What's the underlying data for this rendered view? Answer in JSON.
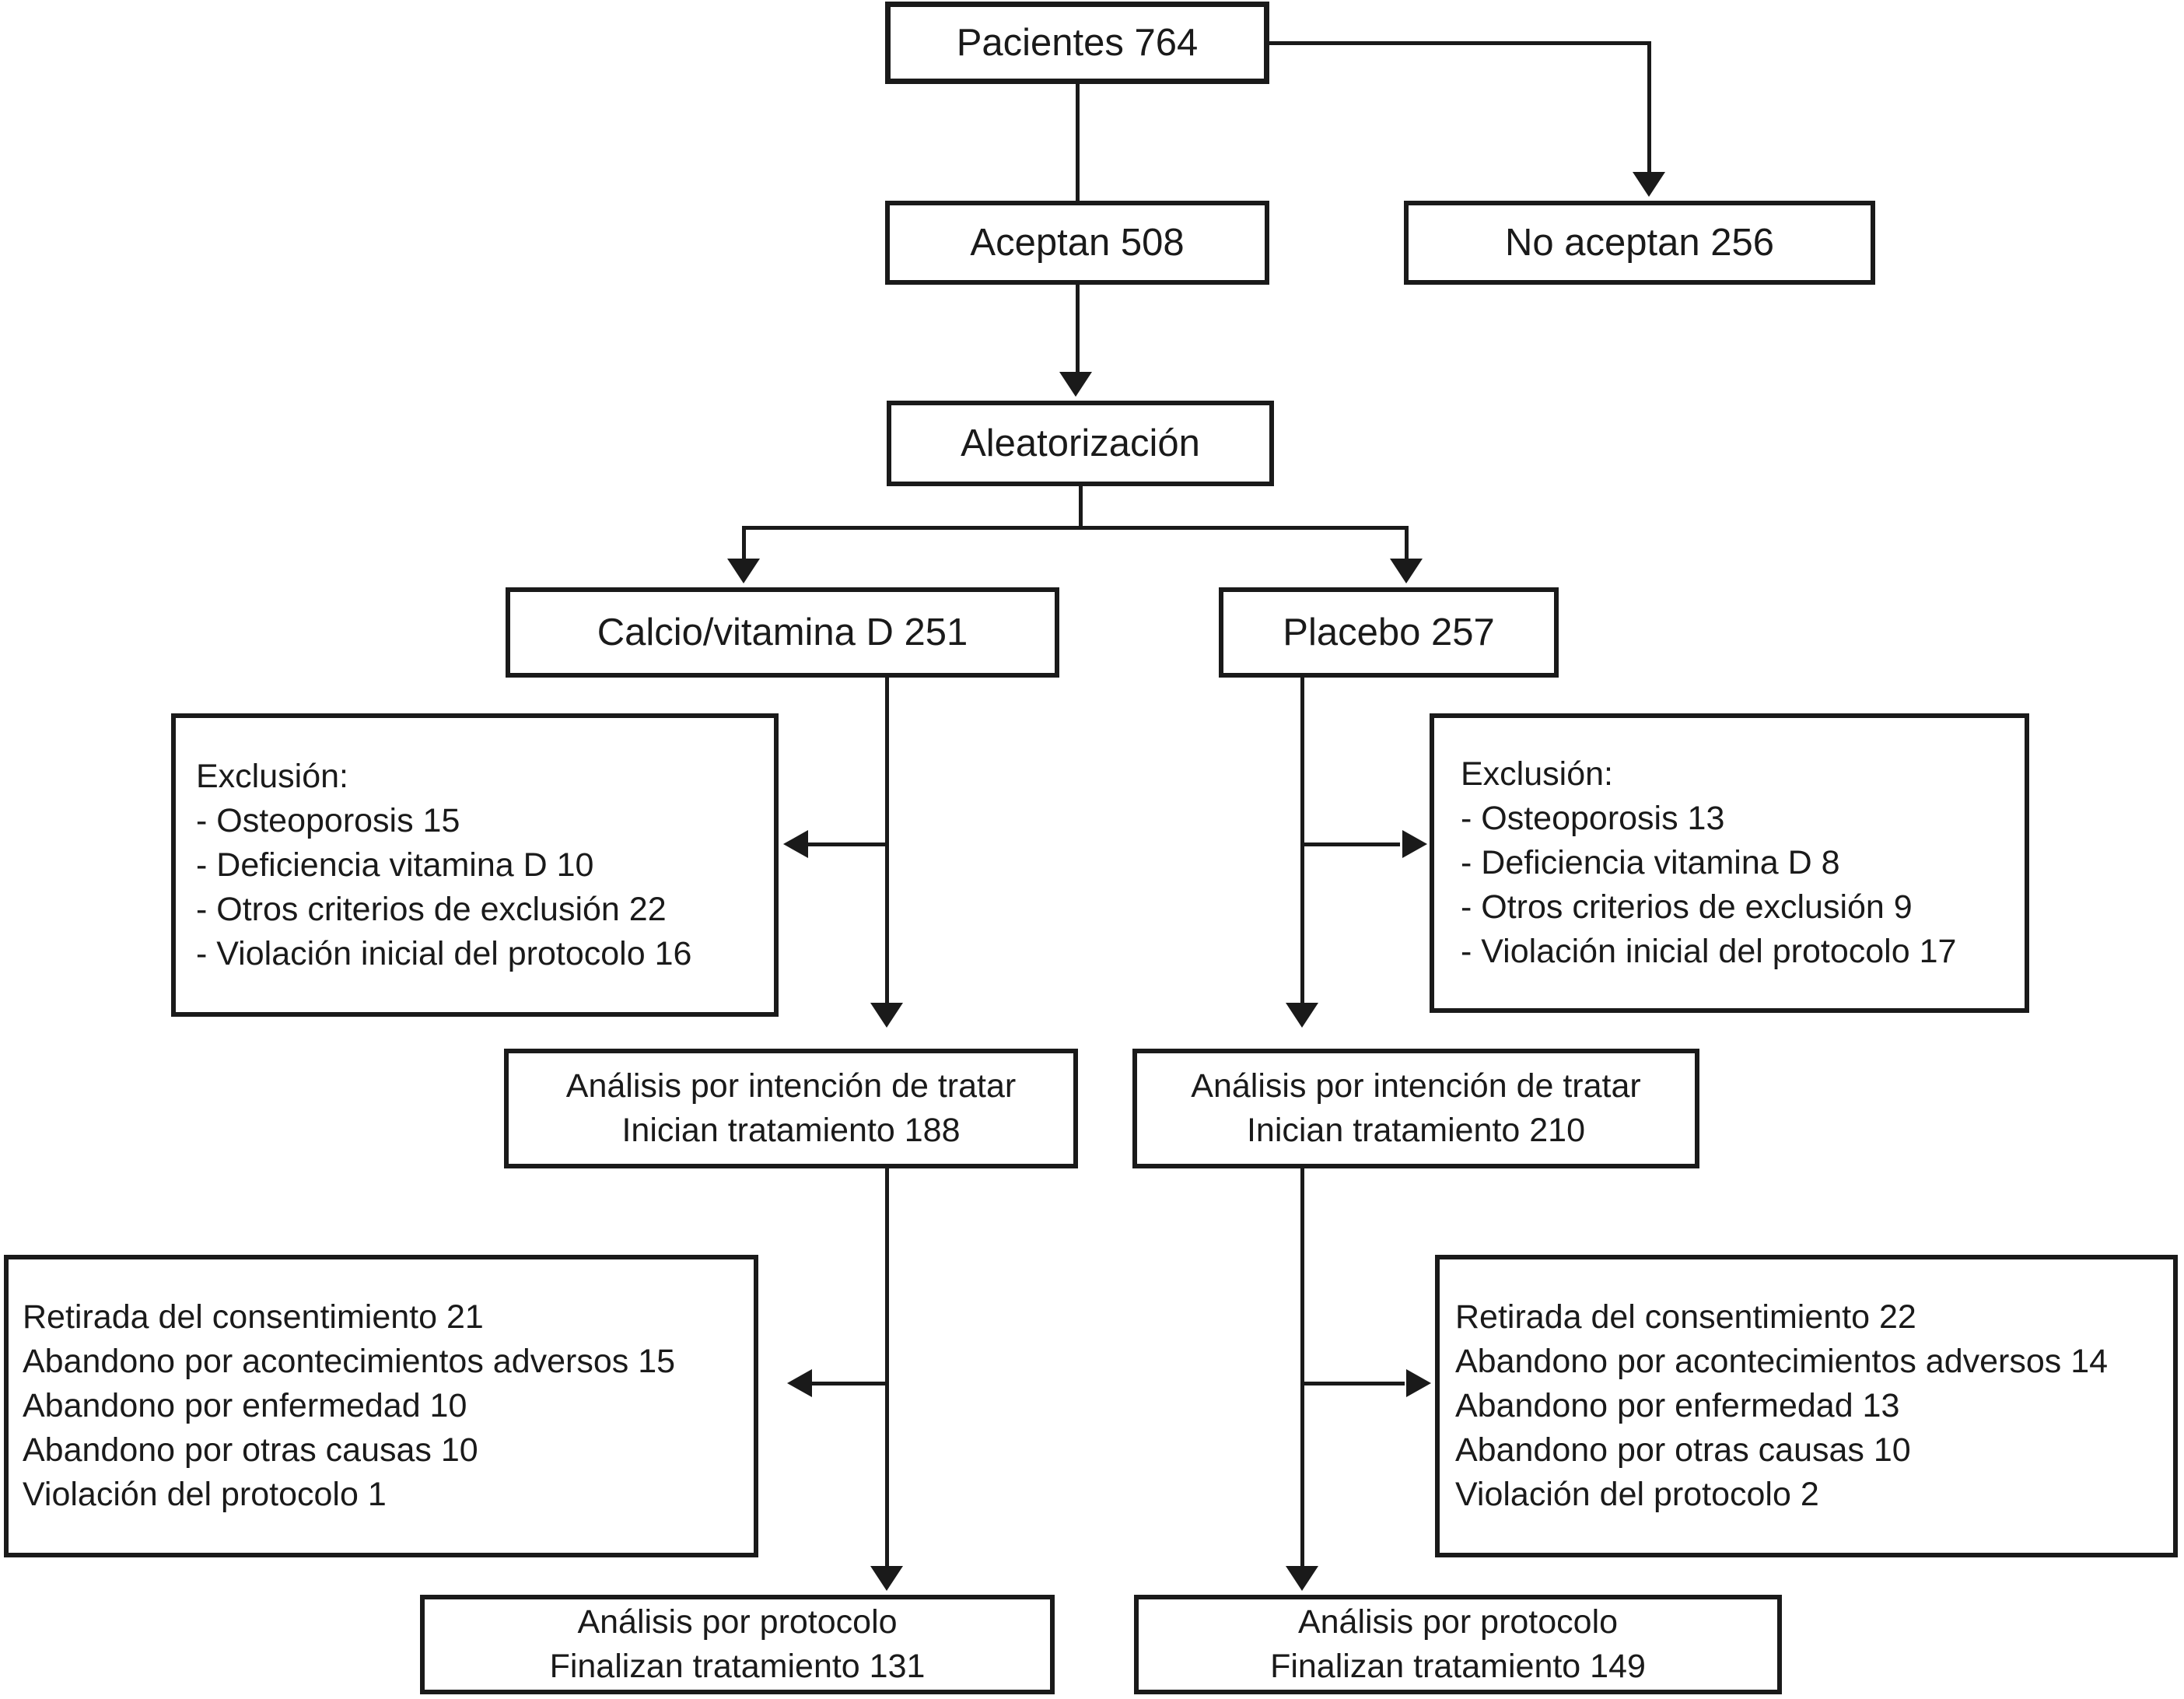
{
  "figure": {
    "type": "consort-flow-diagram",
    "background_color": "#ffffff",
    "ink_color": "#1a1a1a"
  },
  "nodes": {
    "pacientes": {
      "label": "Pacientes 764"
    },
    "aceptan": {
      "label": "Aceptan 508"
    },
    "no_aceptan": {
      "label": "No aceptan 256"
    },
    "aleatorizacion": {
      "label": "Aleatorización"
    },
    "calcio": {
      "label": "Calcio/vitamina D 251"
    },
    "placebo": {
      "label": "Placebo 257"
    },
    "exclusion_izq": {
      "lines": [
        "Exclusión:",
        "- Osteoporosis 15",
        "- Deficiencia vitamina D 10",
        "- Otros criterios de exclusión 22",
        "- Violación inicial del protocolo 16"
      ]
    },
    "exclusion_der": {
      "lines": [
        "Exclusión:",
        "- Osteoporosis 13",
        "- Deficiencia vitamina D 8",
        "- Otros criterios de exclusión 9",
        "- Violación inicial del protocolo 17"
      ]
    },
    "itt_izq": {
      "lines": [
        "Análisis por intención de tratar",
        "Inician tratamiento 188"
      ]
    },
    "itt_der": {
      "lines": [
        "Análisis por intención de tratar",
        "Inician tratamiento 210"
      ]
    },
    "abandono_izq": {
      "lines": [
        "Retirada del consentimiento 21",
        "Abandono por acontecimientos adversos 15",
        "Abandono por enfermedad 10",
        "Abandono por otras causas 10",
        "Violación del protocolo 1"
      ]
    },
    "abandono_der": {
      "lines": [
        "Retirada del consentimiento 22",
        "Abandono por acontecimientos adversos 14",
        "Abandono por enfermedad 13",
        "Abandono por otras causas 10",
        "Violación del protocolo 2"
      ]
    },
    "protocolo_izq": {
      "lines": [
        "Análisis por protocolo",
        "Finalizan tratamiento 131"
      ]
    },
    "protocolo_der": {
      "lines": [
        "Análisis por protocolo",
        "Finalizan tratamiento 149"
      ]
    }
  }
}
